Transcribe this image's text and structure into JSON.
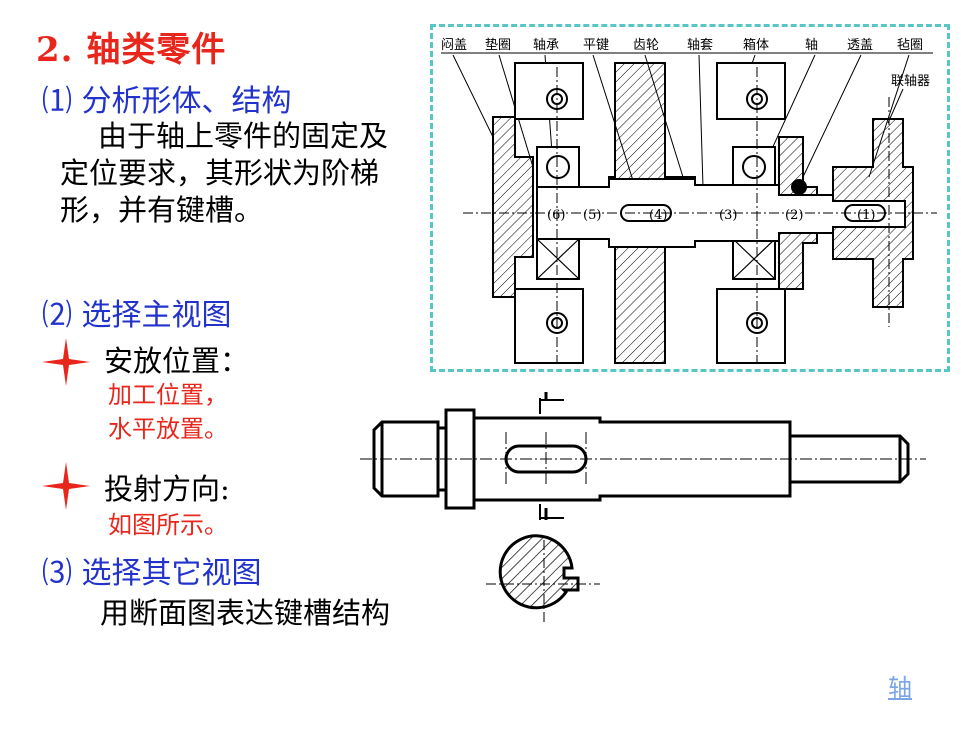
{
  "title": "2. 轴类零件",
  "section1": {
    "heading": "⑴ 分析形体、结构",
    "paragraph": "由于轴上零件的固定及定位要求，其形状为阶梯形，并有键槽。"
  },
  "section2": {
    "heading": "⑵ 选择主视图",
    "items": [
      {
        "label": "安放位置：",
        "detail_lines": [
          "加工位置，",
          "水平放置。"
        ]
      },
      {
        "label": "投射方向:",
        "detail_lines": [
          "如图所示。"
        ]
      }
    ]
  },
  "section3": {
    "heading": "⑶ 选择其它视图",
    "text": "用断面图表达键槽结构"
  },
  "assembly_labels": [
    "闷盖",
    "垫圈",
    "轴承",
    "平键",
    "齿轮",
    "轴套",
    "箱体",
    "轴",
    "透盖",
    "毡圈",
    "联轴器"
  ],
  "step_labels": [
    "(6)",
    "(5)",
    "(4)",
    "(3)",
    "(2)",
    "(1)"
  ],
  "link": "轴",
  "colors": {
    "title": "#e8261c",
    "heading": "#2233cc",
    "detail": "#e8261c",
    "frame": "#59c6c6",
    "link": "#7aa6e8"
  }
}
